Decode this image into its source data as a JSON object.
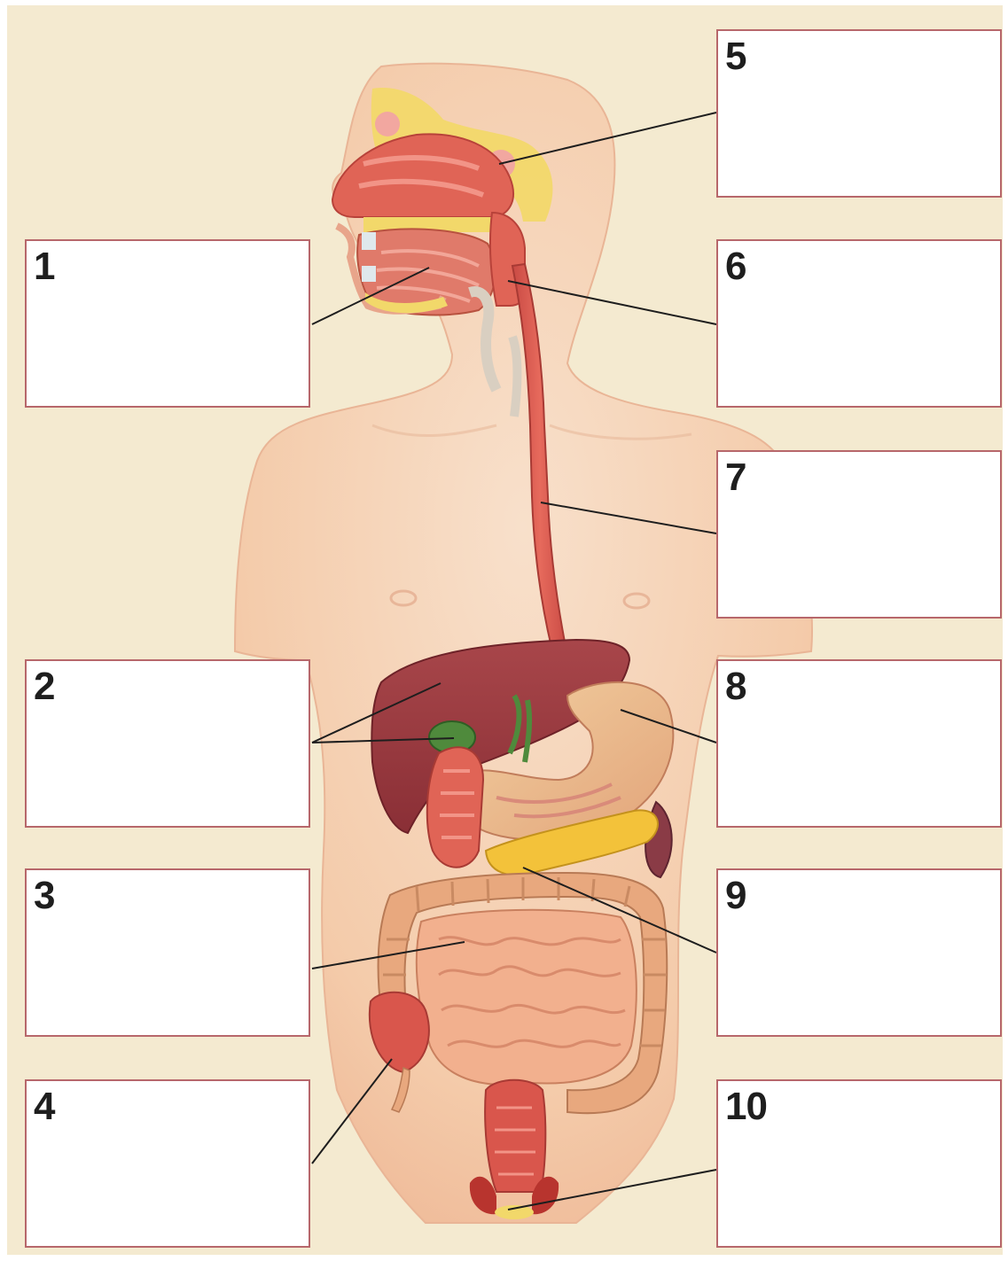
{
  "labels": [
    {
      "number": "1",
      "answer": ""
    },
    {
      "number": "2",
      "answer": ""
    },
    {
      "number": "3",
      "answer": ""
    },
    {
      "number": "4",
      "answer": ""
    },
    {
      "number": "5",
      "answer": ""
    },
    {
      "number": "6",
      "answer": ""
    },
    {
      "number": "7",
      "answer": ""
    },
    {
      "number": "8",
      "answer": ""
    },
    {
      "number": "9",
      "answer": ""
    },
    {
      "number": "10",
      "answer": ""
    }
  ],
  "colors": {
    "background": "#f4ead0",
    "skin": "#f3c6a6",
    "box_border": "#b7676b",
    "leader_line": "#1e1e1e",
    "organ_red": "#d9564c",
    "liver": "#9e3c3e",
    "gallbladder": "#4f8a3c",
    "pancreas": "#f3c23a",
    "intestine": "#f0a582",
    "bone": "#f2d86a"
  }
}
